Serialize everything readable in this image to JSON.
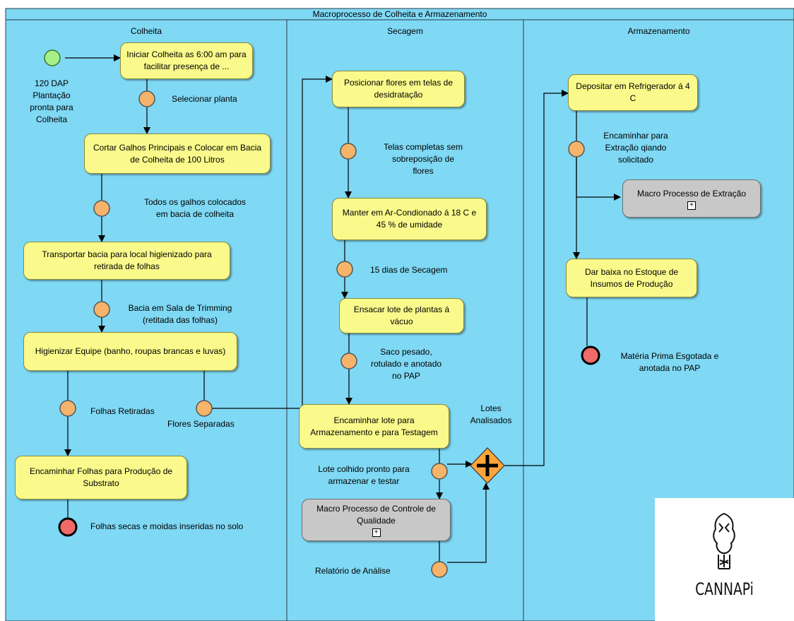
{
  "pool_title": "Macroprocesso de Colheita e Armazenamento",
  "lanes": [
    "Colheita",
    "Secagem",
    "Armazenamento"
  ],
  "colors": {
    "lane_bg": "#7fd8f4",
    "task": "#fafa8c",
    "subprocess": "#c8c8c8",
    "start": "#a6f08a",
    "end": "#f06a6a",
    "intermediate": "#f5b46a",
    "gateway": "#ffa43a"
  },
  "colheita": {
    "start_label": "120 DAP\nPlantação\npronta para\nColheita",
    "task1": "Iniciar Colheita as 6:00 am para facilitar presença de ...",
    "event1": "Selecionar planta",
    "task2": "Cortar Galhos Principais e Colocar em Bacia de Colheita de 100 Litros",
    "event2": "Todos os galhos colocados\nem bacia de colheita",
    "task3": "Transportar bacia para local higienizado para retirada de folhas",
    "event3": "Bacia em Sala de Trimming\n(retitada das folhas)",
    "task4": "Higienizar Equipe (banho, roupas brancas e luvas)",
    "event4": "Folhas Retiradas",
    "event5": "Flores Separadas",
    "task5": "Encaminhar Folhas para Produção de Substrato",
    "end_label": "Folhas secas e moidas inseridas no solo"
  },
  "secagem": {
    "task1": "Posicionar flores em telas de desidratação",
    "event1": "Telas completas sem\nsobreposição de\nflores",
    "task2": "Manter em Ar-Condionado á 18 C e 45 % de umidade",
    "event2": "15 dias de Secagem",
    "task3": "Ensacar lote de plantas á vácuo",
    "event3": "Saco pesado,\nrotulado e anotado\nno PAP",
    "task4": "Encaminhar lote para Armazenamento e para Testagem",
    "event4": "Lote colhido pronto para\narmazenar e testar",
    "subprocess": "Macro Processo de Controle de Qualidade",
    "event5": "Relatório de Análise",
    "gateway_label": "Lotes\nAnalisados"
  },
  "armazenamento": {
    "task1": "Depositar em Refrigerador á 4 C",
    "event1": "Encaminhar para\nExtração qiando\nsolicitado",
    "subprocess": "Macro Processo de Extração",
    "task2": "Dar baixa no Estoque de Insumos de Produção",
    "end_label": "Matéria Prima Esgotada e\nanotada no PAP"
  },
  "logo_text": "CANNAPi"
}
